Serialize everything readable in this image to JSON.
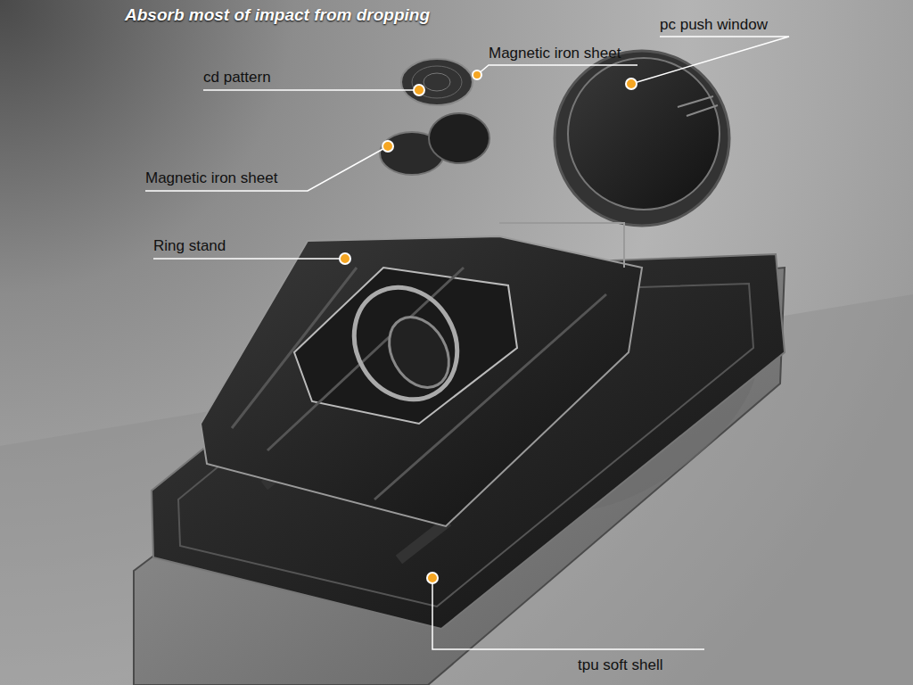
{
  "diagram": {
    "title": "Absorb most of impact from dropping",
    "labels": [
      "pc push window",
      "Magnetic iron sheet",
      "cd pattern",
      "Magnetic iron sheet",
      "Ring stand",
      "tpu soft shell"
    ]
  }
}
